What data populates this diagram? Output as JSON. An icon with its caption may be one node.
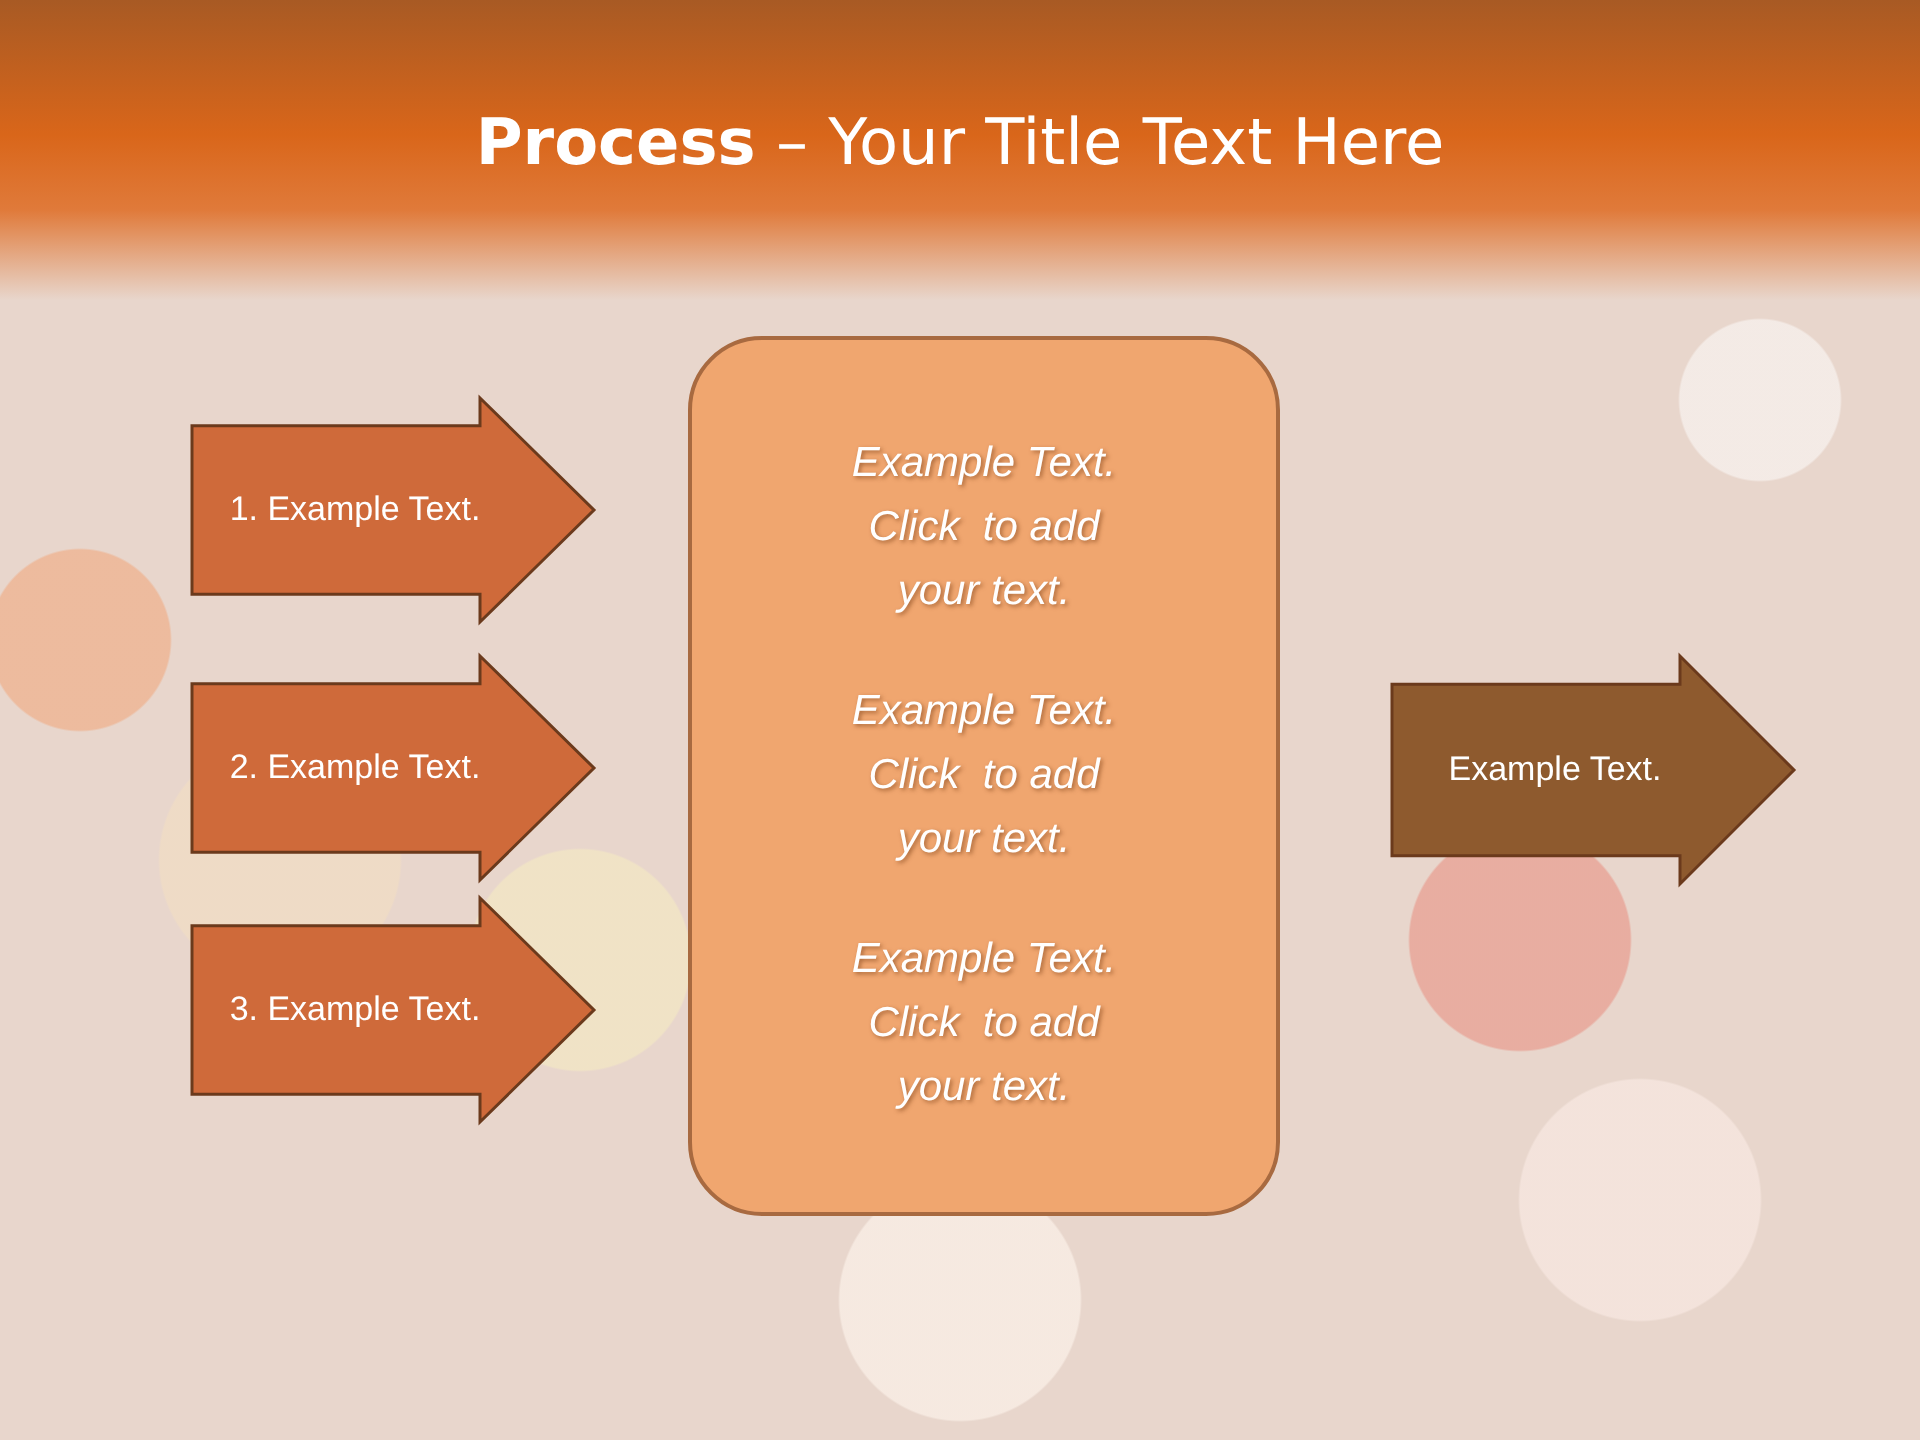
{
  "diagram": {
    "title": "**Process** – Your Title Text Here",
    "nodes": [
      {
        "text": [
          "1. Example Text."
        ]
      },
      {
        "text": [
          "2. Example Text."
        ]
      },
      {
        "text": [
          "3. Example Text."
        ]
      },
      {
        "text": [
          "Example Text. Click  to add your text.",
          "Example Text. Click  to add your text.",
          "Example Text. Click  to add your text."
        ]
      },
      {
        "text": [
          "Example Text."
        ]
      }
    ]
  }
}
